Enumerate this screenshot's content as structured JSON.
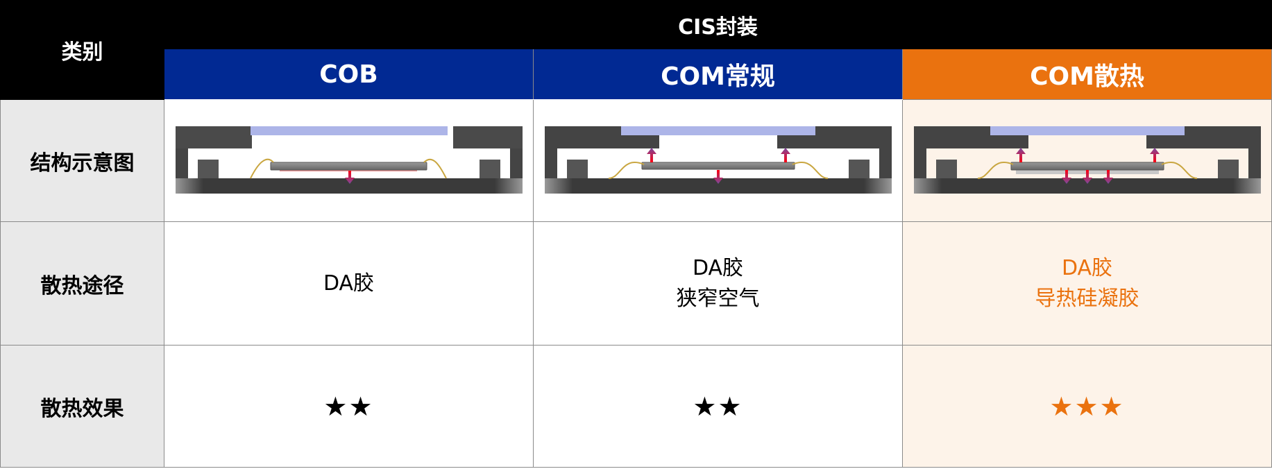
{
  "header": {
    "category_label": "类别",
    "group_title": "CIS封装",
    "columns": [
      "COB",
      "COM常规",
      "COM散热"
    ]
  },
  "rows": [
    {
      "label": "结构示意图"
    },
    {
      "label": "散热途径",
      "values": [
        [
          "DA胶"
        ],
        [
          "DA胶",
          "狭窄空气"
        ],
        [
          "DA胶",
          "导热硅凝胶"
        ]
      ]
    },
    {
      "label": "散热效果",
      "values": [
        "★★",
        "★★",
        "★★★"
      ]
    }
  ],
  "colors": {
    "header_black": "#000000",
    "header_blue": "#012993",
    "highlight_orange": "#ea720f",
    "highlight_bg": "#fdf3e9",
    "row_head_bg": "#e9e9e9"
  }
}
